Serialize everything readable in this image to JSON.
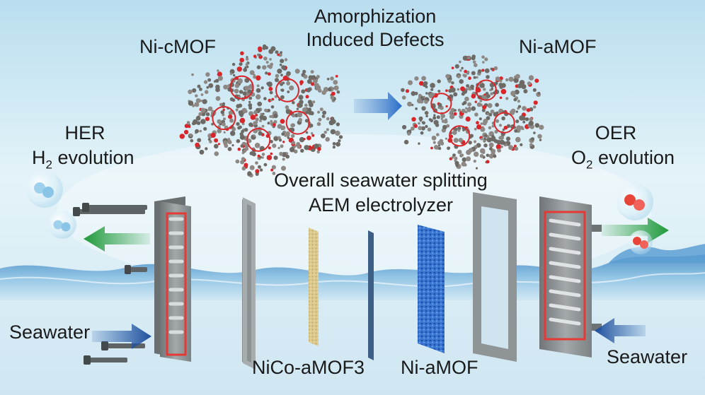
{
  "title": {
    "line1": "Amorphization",
    "line2": "Induced Defects"
  },
  "left_mof": "Ni-cMOF",
  "right_mof": "Ni-aMOF",
  "her": {
    "line1": "HER",
    "prefix": "H",
    "sub": "2",
    "suffix": " evolution"
  },
  "oer": {
    "line1": "OER",
    "prefix": "O",
    "sub": "2",
    "suffix": " evolution"
  },
  "center": {
    "line1": "Overall seawater splitting",
    "line2": "AEM electrolyzer"
  },
  "seawater_left": "Seawater",
  "seawater_right": "Seawater",
  "catalyst_left": "NiCo-aMOF3",
  "catalyst_right": "Ni-aMOF",
  "colors": {
    "background_top": "#c9e6f2",
    "background_bottom": "#dbeef6",
    "water": "#4f93c8",
    "arrow_green": "#1f9a3a",
    "arrow_blue": "#1f5aa8",
    "flow_field": "#e53935",
    "plate": "#8e9396",
    "foam": "#2f6fce",
    "felt": "#d9c78a",
    "atom_red": "#d8262a",
    "atom_gray": "#6d6a66"
  }
}
